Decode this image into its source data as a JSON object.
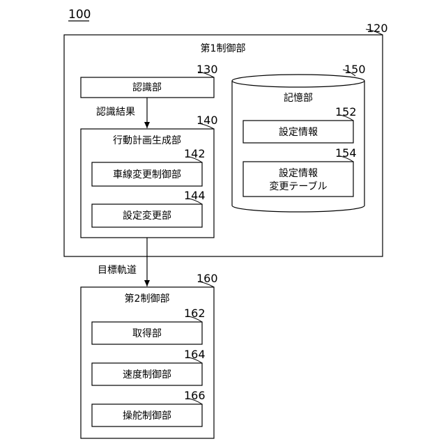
{
  "figure_ref": "100",
  "first_control": {
    "ref": "120",
    "label": "第1制御部",
    "recognition": {
      "ref": "130",
      "label": "認識部"
    },
    "action_plan": {
      "ref": "140",
      "label": "行動計画生成部",
      "lane_change": {
        "ref": "142",
        "label": "車線変更制御部"
      },
      "setting_change": {
        "ref": "144",
        "label": "設定変更部"
      }
    },
    "storage": {
      "ref": "150",
      "label": "記憶部",
      "setting_info": {
        "ref": "152",
        "label": "設定情報"
      },
      "setting_table": {
        "ref": "154",
        "line1": "設定情報",
        "line2": "変更テーブル"
      }
    }
  },
  "flows": {
    "recognition_result": "認識結果",
    "target_trajectory": "目標軌道"
  },
  "second_control": {
    "ref": "160",
    "label": "第2制御部",
    "acquisition": {
      "ref": "162",
      "label": "取得部"
    },
    "speed_control": {
      "ref": "164",
      "label": "速度制御部"
    },
    "steering_control": {
      "ref": "166",
      "label": "操舵制御部"
    }
  }
}
